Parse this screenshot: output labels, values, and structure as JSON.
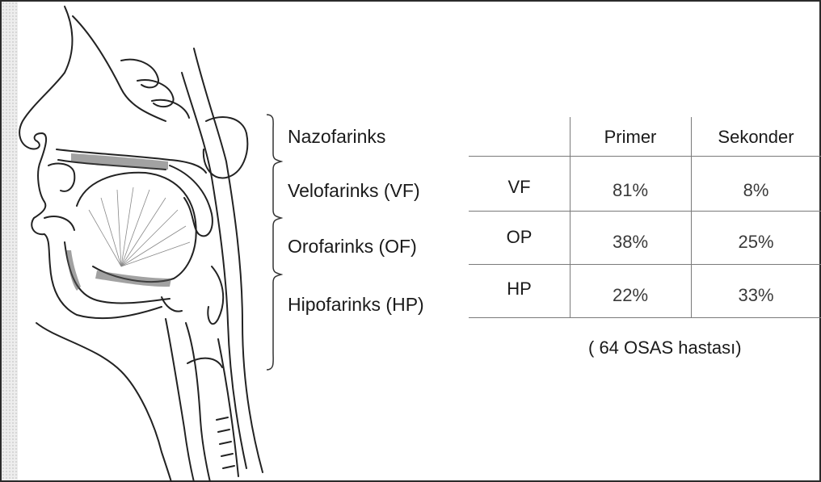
{
  "regions": [
    {
      "label": "Nazofarinks"
    },
    {
      "label": "Velofarinks (VF)"
    },
    {
      "label": "Orofarinks (OF)"
    },
    {
      "label": "Hipofarinks (HP)"
    }
  ],
  "table": {
    "columns": [
      "Primer",
      "Sekonder"
    ],
    "rows": [
      {
        "label": "VF",
        "primer": "81%",
        "sekonder": "8%"
      },
      {
        "label": "OP",
        "primer": "38%",
        "sekonder": "25%"
      },
      {
        "label": "HP",
        "primer": "22%",
        "sekonder": "33%"
      }
    ]
  },
  "note": "( 64 OSAS hastası)"
}
